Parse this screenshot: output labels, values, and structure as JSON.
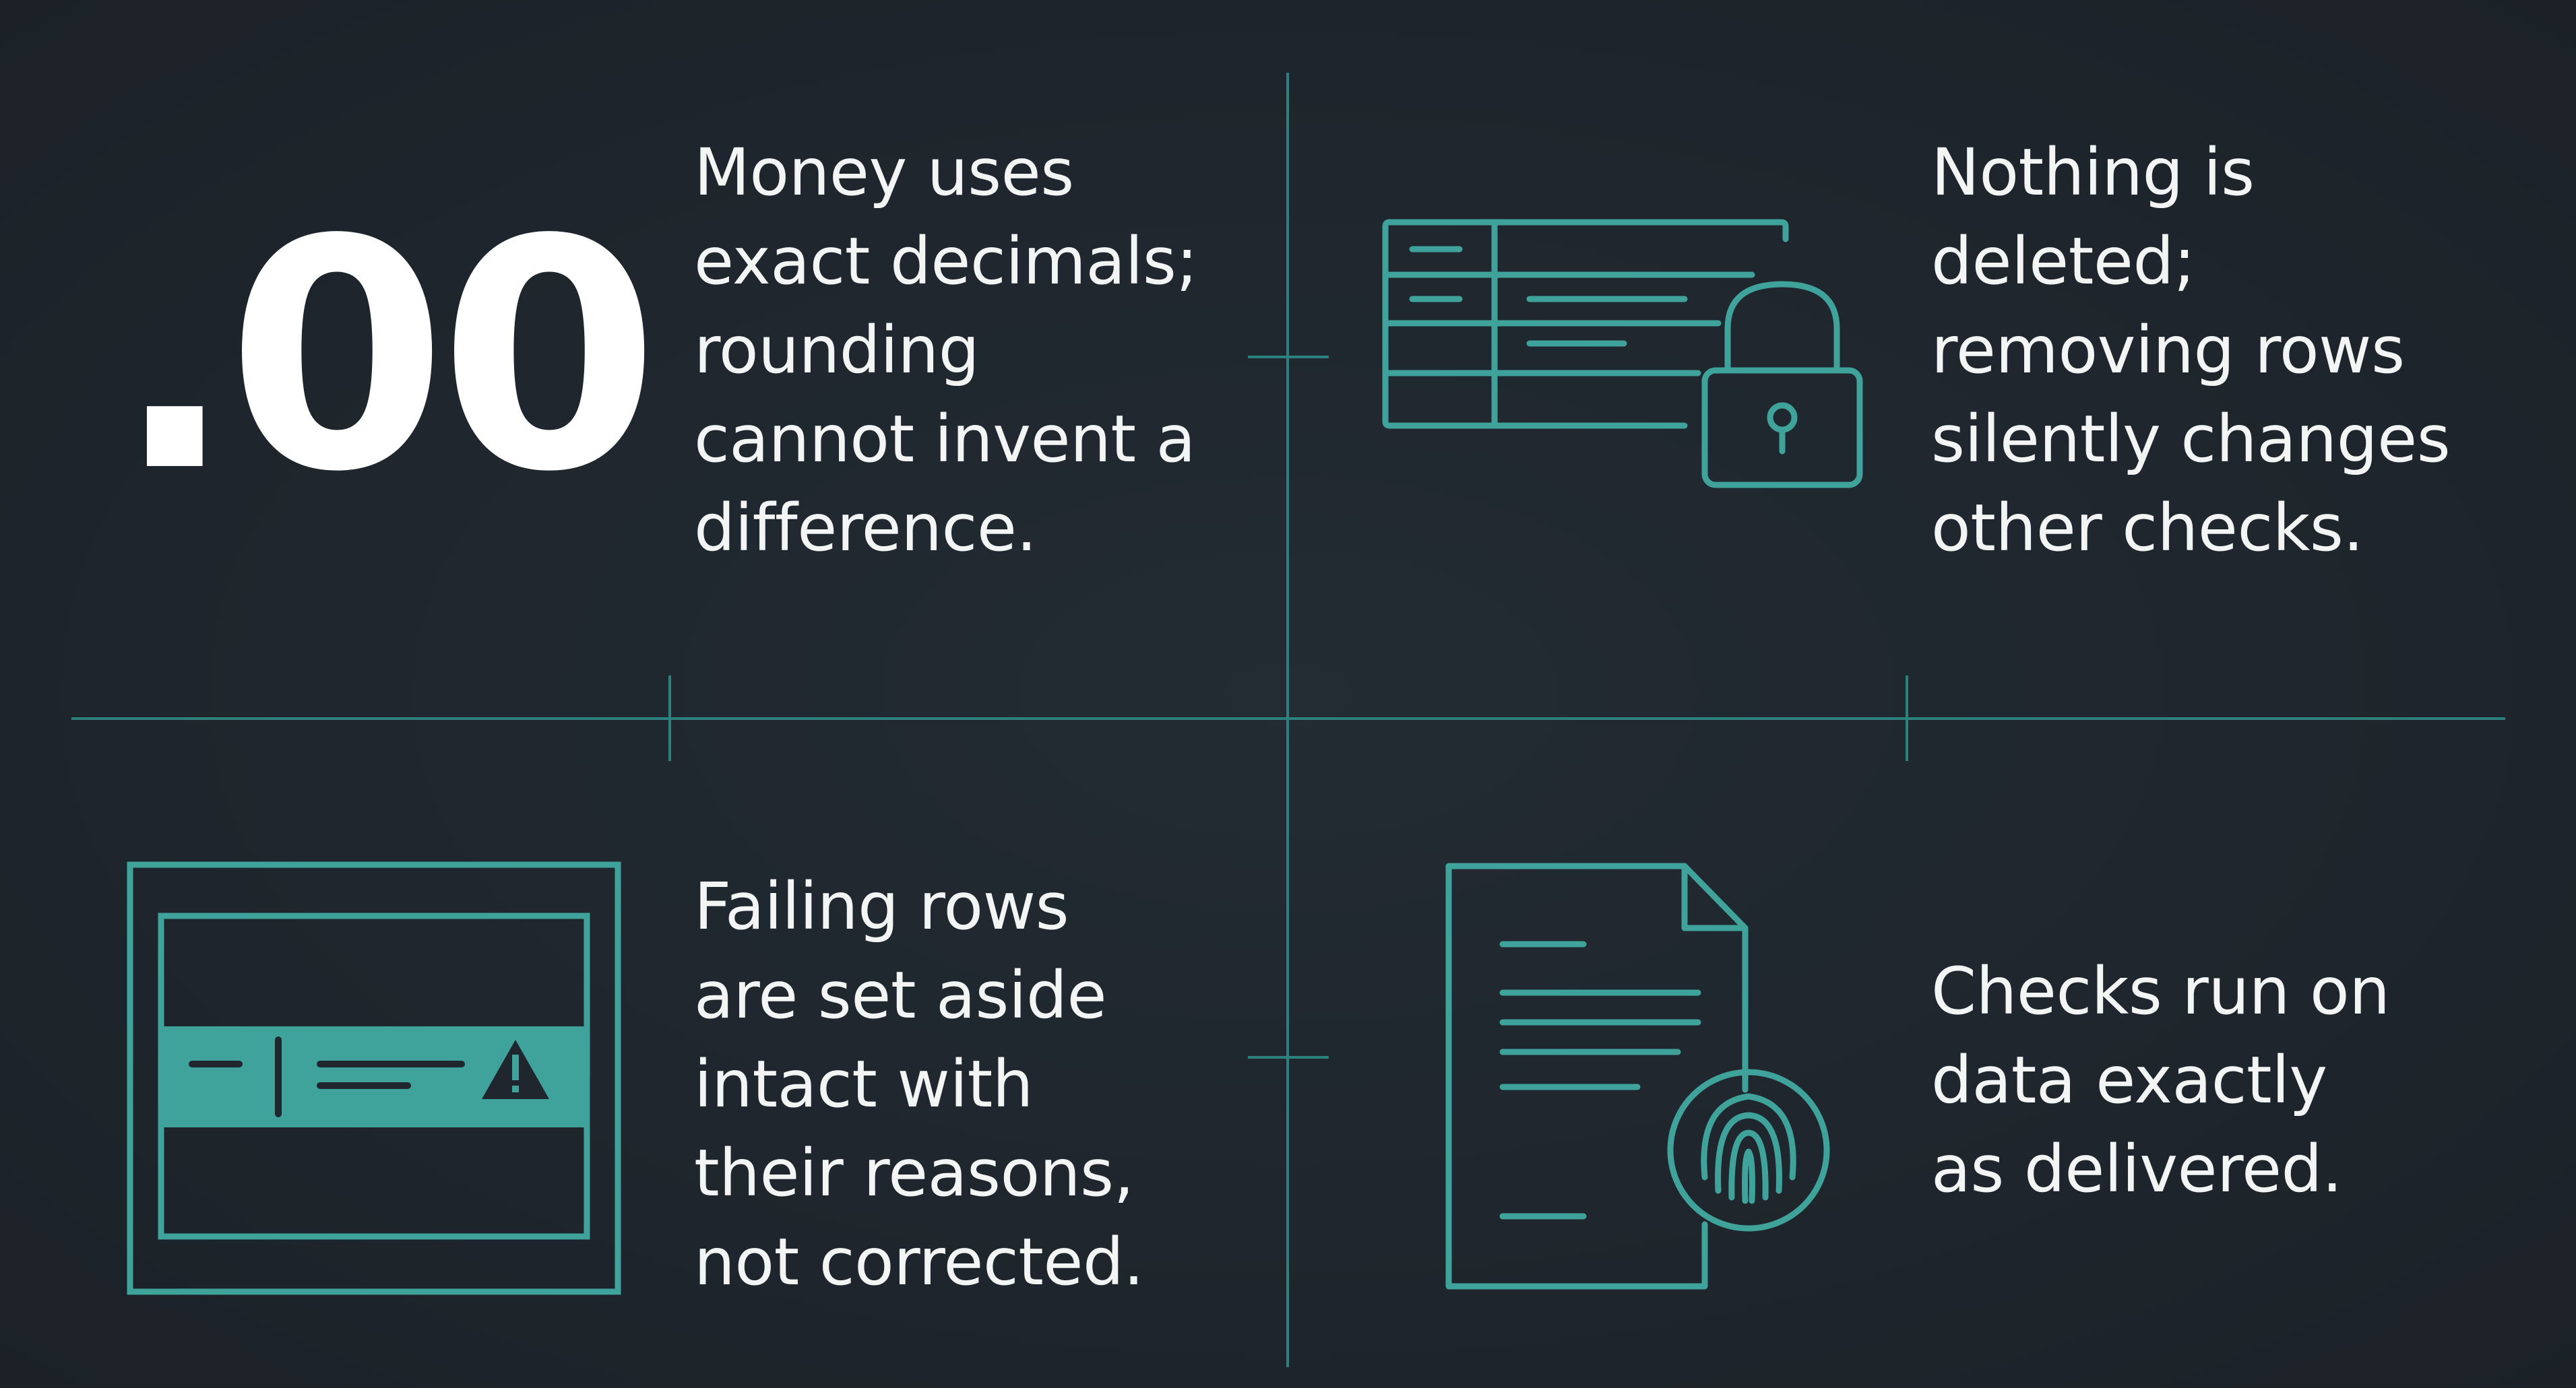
{
  "graphic": {
    "decimals_text": ".00"
  },
  "panels": [
    {
      "id": "money",
      "lines": [
        "Money uses",
        "exact decimals;",
        "rounding",
        "cannot invent a",
        "difference."
      ]
    },
    {
      "id": "deletion",
      "lines": [
        "Nothing is",
        "deleted;",
        "removing rows",
        "silently changes",
        "other checks."
      ]
    },
    {
      "id": "failing-rows",
      "lines": [
        "Failing rows",
        "are set aside",
        "intact with",
        "their reasons,",
        "not corrected."
      ]
    },
    {
      "id": "checks",
      "lines": [
        "Checks run on",
        "data exactly",
        "as delivered."
      ]
    }
  ],
  "colors": {
    "background": "#1f262d",
    "accent": "#3fa39b",
    "text": "#f3f4f4"
  },
  "icons": {
    "money": "decimal-zero-icon",
    "deletion": "locked-table-icon",
    "failing_rows": "flagged-row-icon",
    "checks": "fingerprint-document-icon"
  }
}
